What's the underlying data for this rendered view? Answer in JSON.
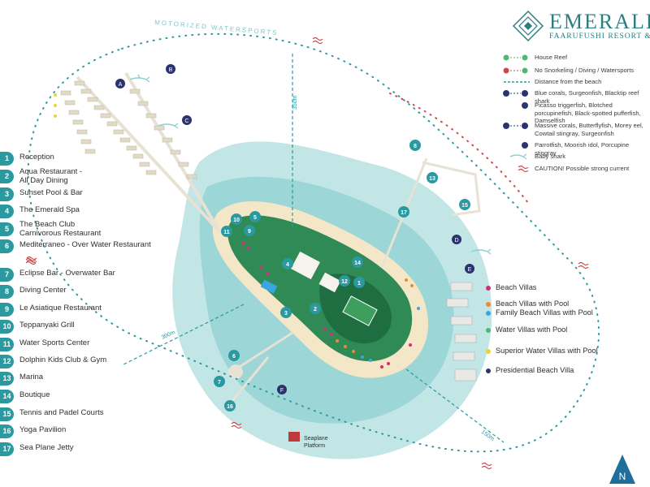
{
  "brand": {
    "name": "EMERALD",
    "subtitle": "FAARUFUSHI RESORT & SPA",
    "color": "#2c7d80"
  },
  "map_labels": {
    "motorized": "MOTORIZED WATERSPORTS",
    "seaplane_platform": "Seaplane\nPlatform",
    "distances": [
      "350m",
      "300m",
      "150m"
    ],
    "snorkel_points": [
      "A",
      "B",
      "C",
      "D",
      "E",
      "F"
    ]
  },
  "legend": [
    {
      "symbol": "house-reef",
      "text": "House Reef"
    },
    {
      "symbol": "no-snorkeling",
      "text": "No Snorkeling / Diving / Watersports"
    },
    {
      "symbol": "distance",
      "text": "Distance from the beach"
    },
    {
      "symbol": "point-ab",
      "text": "Blue corals, Surgeonfish, Blacktip reef shark"
    },
    {
      "symbol": "point-c",
      "text": "Picasso triggerfish, Blotched porcupinefish, Black-spotted pufferfish, Damselfish"
    },
    {
      "symbol": "point-de",
      "text": "Massive corals, Butterflyfish, Morey eel, Cowtail stingray, Surgeonfish"
    },
    {
      "symbol": "point-f",
      "text": "Parrotfish, Moorish idol, Porcupine stingray"
    },
    {
      "symbol": "baby-shark",
      "text": "Baby shark"
    },
    {
      "symbol": "caution",
      "text": "CAUTION! Possible strong current"
    }
  ],
  "locations": [
    {
      "num": "1",
      "label": "Reception"
    },
    {
      "num": "2",
      "label": "Aqua Restaurant -\nAll Day Dining"
    },
    {
      "num": "3",
      "label": "Sunset Pool & Bar"
    },
    {
      "num": "4",
      "label": "The Emerald Spa"
    },
    {
      "num": "5",
      "label": "The Beach Club\nCarnivorous Restaurant"
    },
    {
      "num": "6",
      "label": "Mediterraneo - Over Water Restaurant"
    },
    {
      "num": "7",
      "label": "Eclipse Bar - Overwater Bar"
    },
    {
      "num": "8",
      "label": "Diving Center"
    },
    {
      "num": "9",
      "label": "Le Asiatique Restaurant"
    },
    {
      "num": "10",
      "label": "Teppanyaki Grill"
    },
    {
      "num": "11",
      "label": "Water Sports Center"
    },
    {
      "num": "12",
      "label": "Dolphin Kids Club & Gym"
    },
    {
      "num": "13",
      "label": "Marina"
    },
    {
      "num": "14",
      "label": "Boutique"
    },
    {
      "num": "15",
      "label": "Tennis and Padel Courts"
    },
    {
      "num": "16",
      "label": "Yoga Pavilion"
    },
    {
      "num": "17",
      "label": "Sea Plane Jetty"
    }
  ],
  "villas": [
    {
      "label": "Beach Villas",
      "color": "#d0307a"
    },
    {
      "label": "Beach Villas with Pool",
      "color": "#f08a30"
    },
    {
      "label": "Family Beach Villas with Pool",
      "color": "#3aa6e0"
    },
    {
      "label": "Water Villas with Pool",
      "color": "#4cb873"
    },
    {
      "label": "Superior Water Villas with Pool",
      "color": "#f2d22a"
    },
    {
      "label": "Presidential Beach Villa",
      "color": "#2a3370"
    }
  ],
  "compass": {
    "label": "N"
  }
}
